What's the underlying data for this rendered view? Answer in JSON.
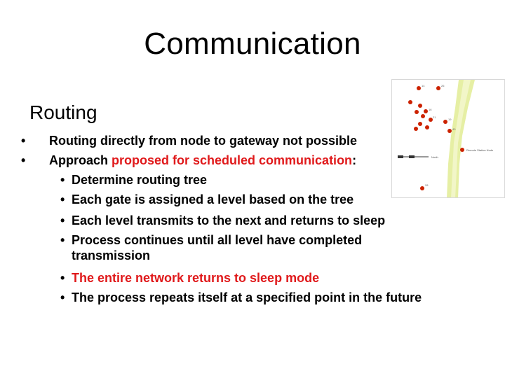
{
  "title": "Communication",
  "subtitle": "Routing",
  "bullets": {
    "b1": "Routing directly from node to gateway not possible",
    "b2_plain": "Approach ",
    "b2_red": "proposed for scheduled communication",
    "b2_colon": ":",
    "sub1": "Determine routing tree",
    "sub2": "Each gate is assigned a level based on the tree",
    "sub3": "Each level transmits to the next and returns to sleep",
    "sub4_line1": "Process continues until all level have completed",
    "sub4_line2": "transmission",
    "sub5": "The entire network returns to sleep mode",
    "sub6": "The process repeats itself at a specified point in the future"
  },
  "bullet_char": "•",
  "colors": {
    "red": "#e0191b",
    "map_road": "#e8f0a8",
    "map_node": "#cc2200"
  }
}
